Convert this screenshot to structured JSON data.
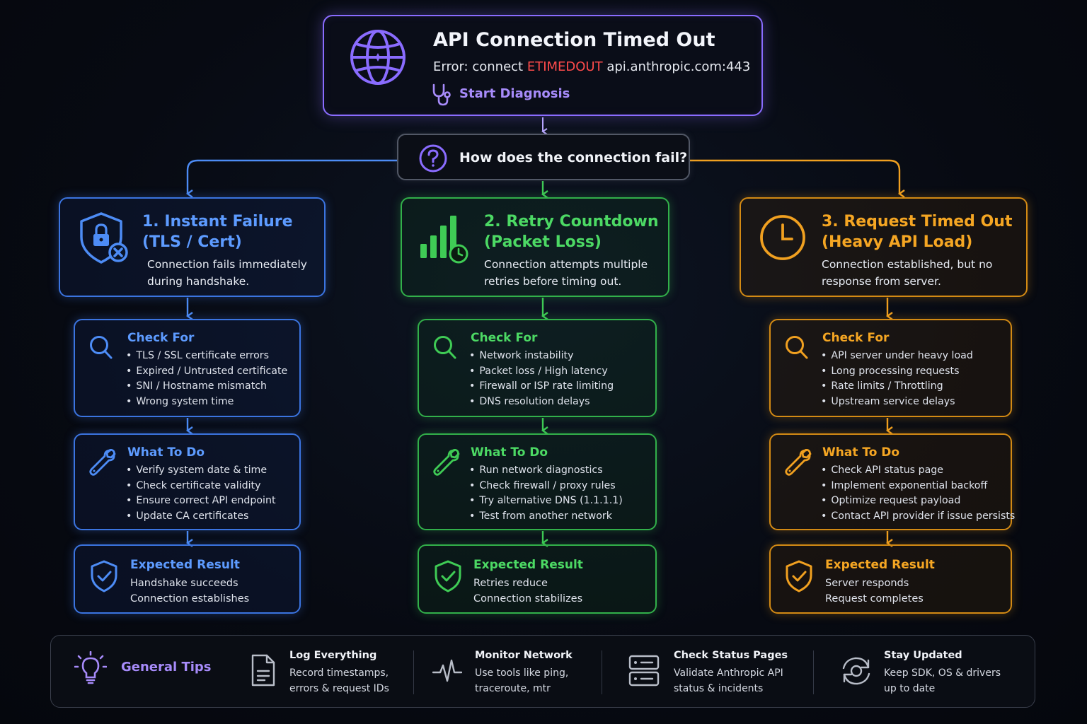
{
  "colors": {
    "purple": "#8a6cff",
    "blue": "#3b74e0",
    "green": "#32b04a",
    "orange": "#d38a14",
    "error": "#ff4b4b",
    "background": "#070a12"
  },
  "header": {
    "title": "API Connection Timed Out",
    "error_prefix": "Error: connect ",
    "error_code": "ETIMEDOUT",
    "error_host": " api.anthropic.com:443",
    "action": "Start Diagnosis",
    "icons": [
      "globe-icon",
      "stethoscope-icon"
    ]
  },
  "question": {
    "text": "How does the connection fail?",
    "icon": "question-circle-icon"
  },
  "branches": [
    {
      "title_line1": "1. Instant Failure",
      "title_line2": "(TLS / Cert)",
      "desc_line1": "Connection fails immediately",
      "desc_line2": "during handshake.",
      "icon": "shield-lock-icon",
      "check_title": "Check For",
      "check_items": [
        "TLS / SSL certificate errors",
        "Expired / Untrusted certificate",
        "SNI / Hostname mismatch",
        "Wrong system time"
      ],
      "todo_title": "What To Do",
      "todo_items": [
        "Verify system date & time",
        "Check certificate validity",
        "Ensure correct API endpoint",
        "Update CA certificates"
      ],
      "result_title": "Expected Result",
      "result_line1": "Handshake succeeds",
      "result_line2": "Connection establishes"
    },
    {
      "title_line1": "2. Retry Countdown",
      "title_line2": "(Packet Loss)",
      "desc_line1": "Connection attempts multiple",
      "desc_line2": "retries before timing out.",
      "icon": "signal-bars-clock-icon",
      "check_title": "Check For",
      "check_items": [
        "Network instability",
        "Packet loss / High latency",
        "Firewall or ISP rate limiting",
        "DNS resolution delays"
      ],
      "todo_title": "What To Do",
      "todo_items": [
        "Run network diagnostics",
        "Check firewall / proxy rules",
        "Try alternative DNS (1.1.1.1)",
        "Test from another network"
      ],
      "result_title": "Expected Result",
      "result_line1": "Retries reduce",
      "result_line2": "Connection stabilizes"
    },
    {
      "title_line1": "3. Request Timed Out",
      "title_line2": "(Heavy API Load)",
      "desc_line1": "Connection established, but no",
      "desc_line2": "response from server.",
      "icon": "clock-icon",
      "check_title": "Check For",
      "check_items": [
        "API server under heavy load",
        "Long processing requests",
        "Rate limits / Throttling",
        "Upstream service delays"
      ],
      "todo_title": "What To Do",
      "todo_items": [
        "Check API status page",
        "Implement exponential backoff",
        "Optimize request payload",
        "Contact API provider if issue persists"
      ],
      "result_title": "Expected Result",
      "result_line1": "Server responds",
      "result_line2": "Request completes"
    }
  ],
  "footer": {
    "label": "General Tips",
    "tips": [
      {
        "title": "Log Everything",
        "line1": "Record timestamps,",
        "line2": "errors & request IDs",
        "icon": "document-icon"
      },
      {
        "title": "Monitor Network",
        "line1": "Use tools like ping,",
        "line2": "traceroute, mtr",
        "icon": "pulse-icon"
      },
      {
        "title": "Check Status Pages",
        "line1": "Validate Anthropic API",
        "line2": "status & incidents",
        "icon": "server-icon"
      },
      {
        "title": "Stay Updated",
        "line1": "Keep SDK, OS & drivers",
        "line2": "up to date",
        "icon": "refresh-icon"
      }
    ]
  }
}
